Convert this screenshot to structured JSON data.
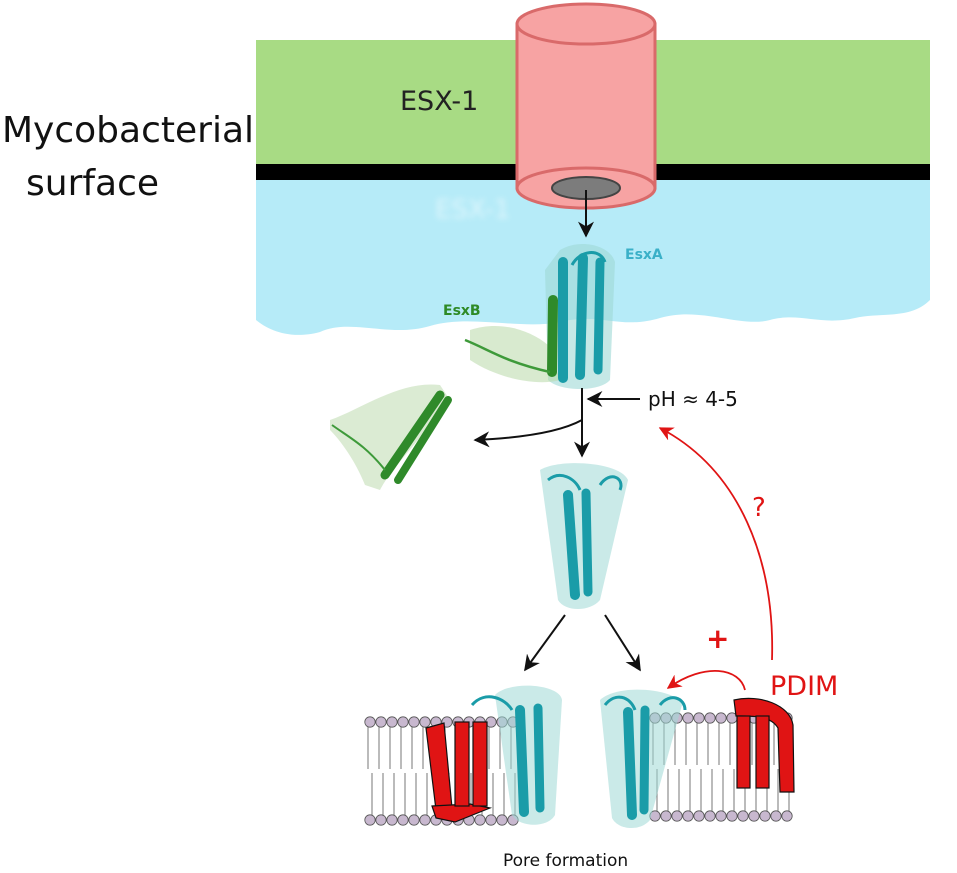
{
  "labels": {
    "surface_line1": "Mycobacterial",
    "surface_line2": "surface",
    "esx_membrane": "ESX-1",
    "esx_faded": "ESX-1",
    "esxa": "EsxA",
    "esxb": "EsxB",
    "ph": "pH ≈ 4-5",
    "question": "?",
    "plus": "+",
    "pdim": "PDIM",
    "pore": "Pore formation"
  },
  "colors": {
    "membrane_green": "#a8db84",
    "periplasm_blue": "#b6ebf8",
    "channel_pink": "#f7a3a3",
    "channel_rim": "#d96a6a",
    "esxa_teal": "#1a9ca8",
    "esxb_green": "#2f8a2a",
    "pdim_red": "#e01414",
    "lipid_head": "#c8b8cf",
    "label_teal": "#3ab0c8",
    "label_green": "#2e8a26"
  }
}
